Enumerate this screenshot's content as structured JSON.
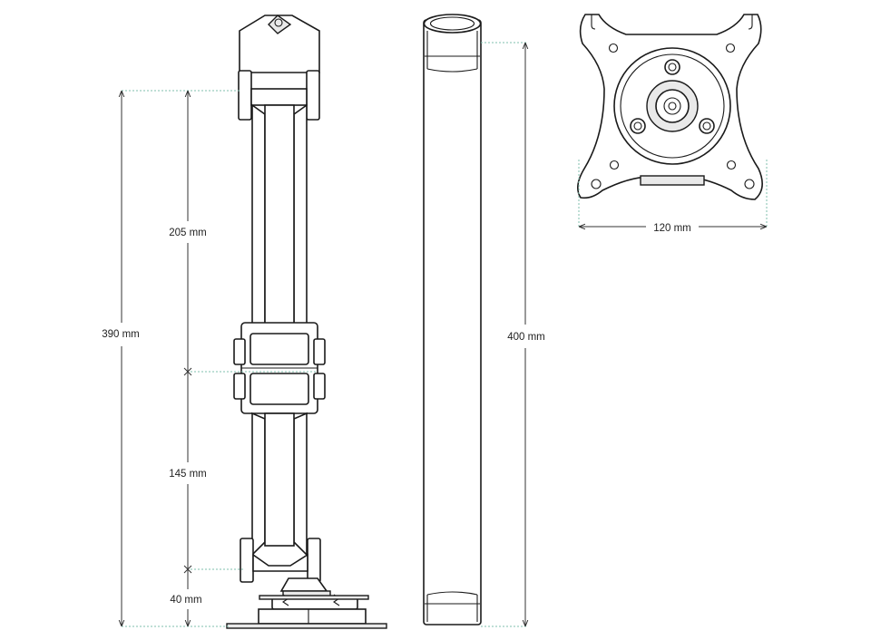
{
  "dimensions": {
    "arm_upper": "205 mm",
    "arm_total": "390 mm",
    "arm_lower": "145 mm",
    "arm_base": "40 mm",
    "pole_length": "400 mm",
    "vesa_plate": "120 mm"
  },
  "colors": {
    "outline": "#1a1a1a",
    "guide": "#7fbfae",
    "dimension": "#333333"
  }
}
